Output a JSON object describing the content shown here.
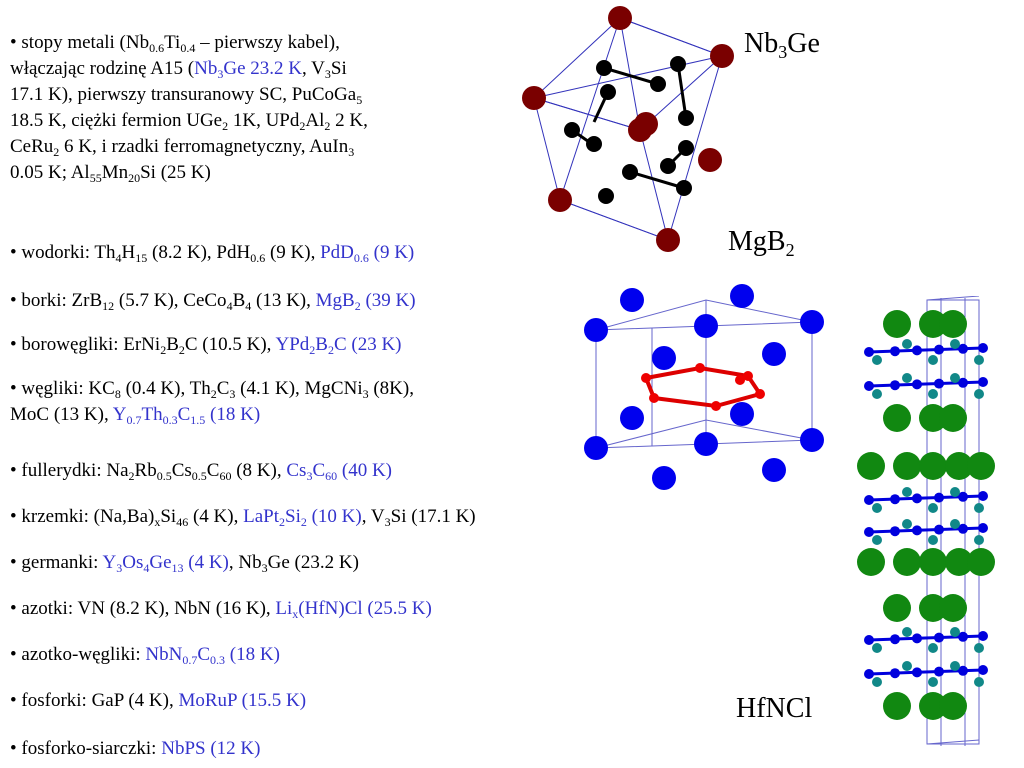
{
  "bullets": [
    {
      "name": "bullet-alloys",
      "lines": [
        [
          {
            "t": "• stopy metali (Nb"
          },
          {
            "t": "0.6",
            "s": 1
          },
          {
            "t": "Ti"
          },
          {
            "t": "0.4",
            "s": 1
          },
          {
            "t": " – pierwszy kabel),"
          }
        ],
        [
          {
            "t": "włączając rodzinę A15 ("
          },
          {
            "t": "Nb",
            "b": 1
          },
          {
            "t": "3",
            "s": 1,
            "b": 1
          },
          {
            "t": "Ge 23.2 K",
            "b": 1
          },
          {
            "t": ", V"
          },
          {
            "t": "3",
            "s": 1
          },
          {
            "t": "Si"
          }
        ],
        [
          {
            "t": "17.1 K), pierwszy transuranowy SC, PuCoGa"
          },
          {
            "t": "5",
            "s": 1
          }
        ],
        [
          {
            "t": "18.5 K, ciężki fermion UGe"
          },
          {
            "t": "2",
            "s": 1
          },
          {
            "t": " 1K, UPd"
          },
          {
            "t": "2",
            "s": 1
          },
          {
            "t": "Al"
          },
          {
            "t": "2",
            "s": 1
          },
          {
            "t": " 2 K,"
          }
        ],
        [
          {
            "t": "CeRu"
          },
          {
            "t": "2",
            "s": 1
          },
          {
            "t": " 6 K, i rzadki ferromagnetyczny, AuIn"
          },
          {
            "t": "3",
            "s": 1
          }
        ],
        [
          {
            "t": "0.05 K; Al"
          },
          {
            "t": "55",
            "s": 1
          },
          {
            "t": "Mn"
          },
          {
            "t": "20",
            "s": 1
          },
          {
            "t": "Si (25 K)"
          }
        ]
      ]
    },
    {
      "name": "bullet-hydrides",
      "lines": [
        [
          {
            "t": "• wodorki: Th"
          },
          {
            "t": "4",
            "s": 1
          },
          {
            "t": "H"
          },
          {
            "t": "15",
            "s": 1
          },
          {
            "t": " (8.2 K), PdH"
          },
          {
            "t": "0.6",
            "s": 1
          },
          {
            "t": " (9 K), "
          },
          {
            "t": "PdD",
            "b": 1
          },
          {
            "t": "0.6",
            "s": 1,
            "b": 1
          },
          {
            "t": " (9 K)",
            "b": 1
          }
        ]
      ]
    },
    {
      "name": "bullet-borides",
      "lines": [
        [
          {
            "t": "• borki: ZrB"
          },
          {
            "t": "12",
            "s": 1
          },
          {
            "t": " (5.7 K), CeCo"
          },
          {
            "t": "4",
            "s": 1
          },
          {
            "t": "B"
          },
          {
            "t": "4",
            "s": 1
          },
          {
            "t": " (13 K), "
          },
          {
            "t": "MgB",
            "b": 1
          },
          {
            "t": "2",
            "s": 1,
            "b": 1
          },
          {
            "t": " (39 K)",
            "b": 1
          }
        ]
      ]
    },
    {
      "name": "bullet-borocarbides",
      "lines": [
        [
          {
            "t": "• borowęgliki: ErNi"
          },
          {
            "t": "2",
            "s": 1
          },
          {
            "t": "B"
          },
          {
            "t": "2",
            "s": 1
          },
          {
            "t": "C (10.5 K), "
          },
          {
            "t": "YPd",
            "b": 1
          },
          {
            "t": "2",
            "s": 1,
            "b": 1
          },
          {
            "t": "B",
            "b": 1
          },
          {
            "t": "2",
            "s": 1,
            "b": 1
          },
          {
            "t": "C (23 K)",
            "b": 1
          }
        ]
      ]
    },
    {
      "name": "bullet-carbides",
      "lines": [
        [
          {
            "t": "• węgliki: KC"
          },
          {
            "t": "8",
            "s": 1
          },
          {
            "t": " (0.4 K), Th"
          },
          {
            "t": "2",
            "s": 1
          },
          {
            "t": "C"
          },
          {
            "t": "3",
            "s": 1
          },
          {
            "t": " (4.1 K), MgCNi"
          },
          {
            "t": "3",
            "s": 1
          },
          {
            "t": " (8K),"
          }
        ],
        [
          {
            "t": "MoC (13 K), "
          },
          {
            "t": "Y",
            "b": 1
          },
          {
            "t": "0.7",
            "s": 1,
            "b": 1
          },
          {
            "t": "Th",
            "b": 1
          },
          {
            "t": "0.3",
            "s": 1,
            "b": 1
          },
          {
            "t": "C",
            "b": 1
          },
          {
            "t": "1.5",
            "s": 1,
            "b": 1
          },
          {
            "t": " (18 K)",
            "b": 1
          }
        ]
      ]
    },
    {
      "name": "bullet-fullerides",
      "lines": [
        [
          {
            "t": "• fullerydki: Na"
          },
          {
            "t": "2",
            "s": 1
          },
          {
            "t": "Rb"
          },
          {
            "t": "0.5",
            "s": 1
          },
          {
            "t": "Cs"
          },
          {
            "t": "0.5",
            "s": 1
          },
          {
            "t": "C"
          },
          {
            "t": "60",
            "s": 1
          },
          {
            "t": " (8 K), "
          },
          {
            "t": "Cs",
            "b": 1
          },
          {
            "t": "3",
            "s": 1,
            "b": 1
          },
          {
            "t": "C",
            "b": 1
          },
          {
            "t": "60",
            "s": 1,
            "b": 1
          },
          {
            "t": " (40 K)",
            "b": 1
          }
        ]
      ]
    },
    {
      "name": "bullet-silicides",
      "lines": [
        [
          {
            "t": "• krzemki: (Na,Ba)"
          },
          {
            "t": "x",
            "s": 1
          },
          {
            "t": "Si"
          },
          {
            "t": "46",
            "s": 1
          },
          {
            "t": " (4 K), "
          },
          {
            "t": "LaPt",
            "b": 1
          },
          {
            "t": "2",
            "s": 1,
            "b": 1
          },
          {
            "t": "Si",
            "b": 1
          },
          {
            "t": "2",
            "s": 1,
            "b": 1
          },
          {
            "t": " (10 K)",
            "b": 1
          },
          {
            "t": ", V"
          },
          {
            "t": "3",
            "s": 1
          },
          {
            "t": "Si (17.1 K)"
          }
        ]
      ]
    },
    {
      "name": "bullet-germanides",
      "lines": [
        [
          {
            "t": "• germanki: "
          },
          {
            "t": "Y",
            "b": 1
          },
          {
            "t": "3",
            "s": 1,
            "b": 1
          },
          {
            "t": "Os",
            "b": 1
          },
          {
            "t": "4",
            "s": 1,
            "b": 1
          },
          {
            "t": "Ge",
            "b": 1
          },
          {
            "t": "13",
            "s": 1,
            "b": 1
          },
          {
            "t": " (4 K)",
            "b": 1
          },
          {
            "t": ", Nb"
          },
          {
            "t": "3",
            "s": 1
          },
          {
            "t": "Ge (23.2 K)"
          }
        ]
      ]
    },
    {
      "name": "bullet-nitrides",
      "lines": [
        [
          {
            "t": "• azotki: VN (8.2 K), NbN (16 K), "
          },
          {
            "t": "Li",
            "b": 1
          },
          {
            "t": "x",
            "s": 1,
            "b": 1
          },
          {
            "t": "(HfN)Cl (25.5 K)",
            "b": 1
          }
        ]
      ]
    },
    {
      "name": "bullet-carbonitrides",
      "lines": [
        [
          {
            "t": "• azotko-węgliki: "
          },
          {
            "t": "NbN",
            "b": 1
          },
          {
            "t": "0.7",
            "s": 1,
            "b": 1
          },
          {
            "t": "C",
            "b": 1
          },
          {
            "t": "0.3",
            "s": 1,
            "b": 1
          },
          {
            "t": " (18 K)",
            "b": 1
          }
        ]
      ]
    },
    {
      "name": "bullet-phosphides",
      "lines": [
        [
          {
            "t": "• fosforki: GaP (4 K), "
          },
          {
            "t": "MoRuP (15.5 K)",
            "b": 1
          }
        ]
      ]
    },
    {
      "name": "bullet-phosphosulfides",
      "lines": [
        [
          {
            "t": "• fosforko-siarczki: "
          },
          {
            "t": "NbPS (12 K)",
            "b": 1
          }
        ]
      ]
    }
  ],
  "labels": {
    "nb3ge": {
      "main": "Nb",
      "sub": "3",
      "rest": "Ge"
    },
    "mgb2": {
      "main": "MgB",
      "sub": "2",
      "rest": ""
    },
    "hfncl": {
      "main": "HfNCl",
      "sub": "",
      "rest": ""
    }
  },
  "colors": {
    "text": "#000000",
    "highlight": "#3333cc",
    "ge_atom": "#7a0000",
    "nb_atom": "#000000",
    "mg_atom": "#0000ee",
    "b_atom": "#ee0000",
    "hf_atom": "#118811",
    "n_atom": "#0000dd",
    "cl_atom": "#118888"
  }
}
